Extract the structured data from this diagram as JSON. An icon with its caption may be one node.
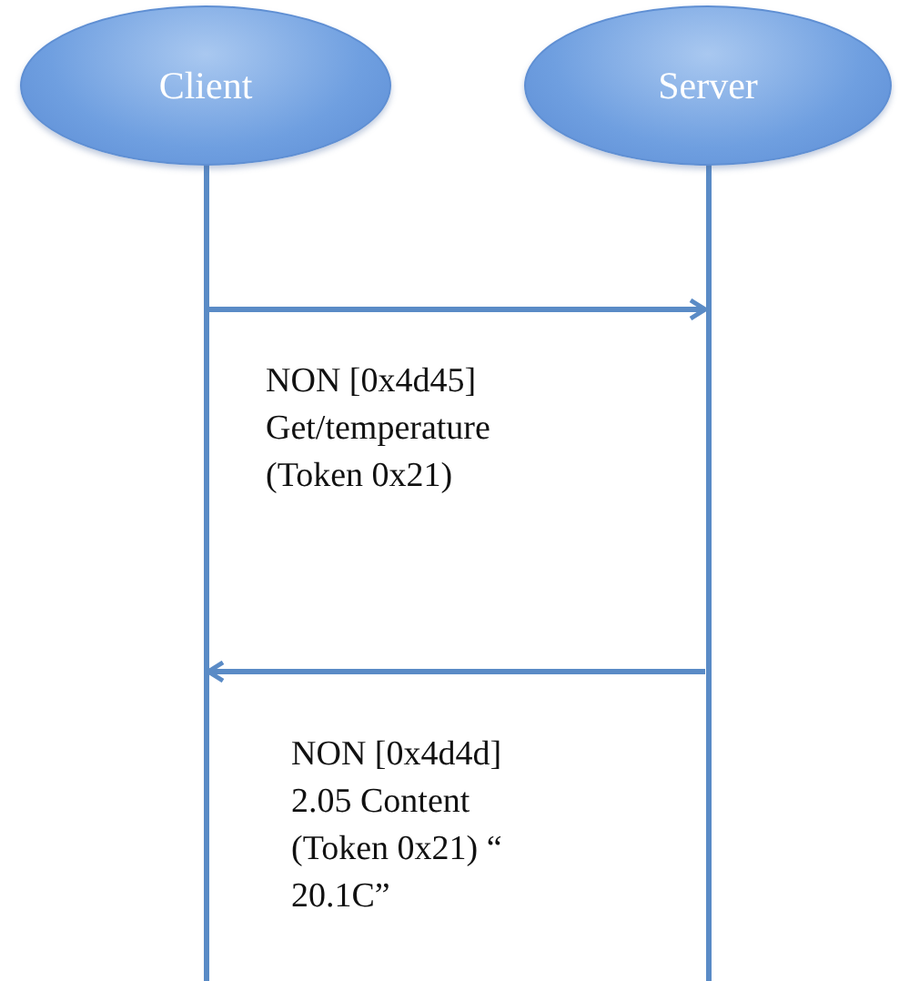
{
  "diagram": {
    "nodes": [
      {
        "text": [
          "Client"
        ]
      },
      {
        "text": [
          "Server"
        ]
      },
      {
        "text": [],
        "shape": "bar"
      },
      {
        "text": [],
        "shape": "bar"
      }
    ],
    "edges": [
      {
        "from": 2,
        "to": 3,
        "arrow": "to",
        "label": "NON [0x4d45] Get/temperature (Token 0x21)"
      },
      {
        "from": 3,
        "to": 2,
        "arrow": "to",
        "label": "NON [0x4d4d] 2.05 Content (Token 0x21) “ 20.1C”"
      }
    ]
  }
}
